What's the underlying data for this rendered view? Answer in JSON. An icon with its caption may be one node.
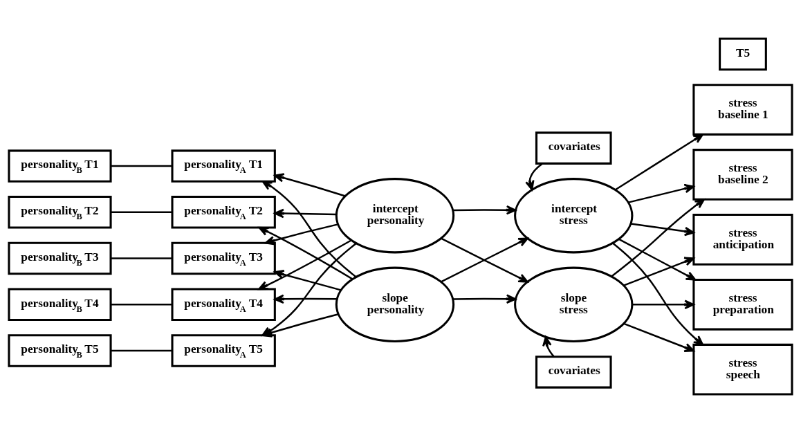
{
  "diagram": {
    "nodes": [
      {
        "text": [
          "personality$_{B}$ T1"
        ]
      },
      {
        "text": [
          "personality$_{B}$ T2"
        ]
      },
      {
        "text": [
          "personality$_{B}$ T3"
        ]
      },
      {
        "text": [
          "personality$_{B}$ T4"
        ]
      },
      {
        "text": [
          "personality$_{B}$ T5"
        ]
      },
      {
        "text": [
          "personality$_{A}$ T1"
        ]
      },
      {
        "text": [
          "personality$_{A}$ T2"
        ]
      },
      {
        "text": [
          "personality$_{A}$ T3"
        ]
      },
      {
        "text": [
          "personality$_{A}$ T4"
        ]
      },
      {
        "text": [
          "personality$_{A}$ T5"
        ]
      },
      {
        "text": [
          "intercept personality"
        ]
      },
      {
        "text": [
          "slope personality"
        ]
      },
      {
        "text": [
          "covariates"
        ]
      },
      {
        "text": [
          "intercept stress"
        ]
      },
      {
        "text": [
          "slope stress"
        ]
      },
      {
        "text": [
          "covariates"
        ]
      },
      {
        "text": [
          "T5"
        ]
      },
      {
        "text": [
          "stress baseline 1"
        ]
      },
      {
        "text": [
          "stress baseline 2"
        ]
      },
      {
        "text": [
          "stress anticipation"
        ]
      },
      {
        "text": [
          "stress preparation"
        ]
      },
      {
        "text": [
          "stress speech"
        ]
      }
    ],
    "edges": [
      {
        "from": 0,
        "to": 5,
        "arrow": "none"
      },
      {
        "from": 1,
        "to": 6,
        "arrow": "none"
      },
      {
        "from": 2,
        "to": 7,
        "arrow": "none"
      },
      {
        "from": 3,
        "to": 8,
        "arrow": "none"
      },
      {
        "from": 4,
        "to": 9,
        "arrow": "none"
      },
      {
        "from": 10,
        "to": 5,
        "arrow": "to"
      },
      {
        "from": 10,
        "to": 6,
        "arrow": "to"
      },
      {
        "from": 10,
        "to": 7,
        "arrow": "to"
      },
      {
        "from": 10,
        "to": 8,
        "arrow": "to"
      },
      {
        "from": 10,
        "to": 9,
        "arrow": "to"
      },
      {
        "from": 11,
        "to": 5,
        "arrow": "to"
      },
      {
        "from": 11,
        "to": 6,
        "arrow": "to"
      },
      {
        "from": 11,
        "to": 7,
        "arrow": "to"
      },
      {
        "from": 11,
        "to": 8,
        "arrow": "to"
      },
      {
        "from": 11,
        "to": 9,
        "arrow": "to"
      },
      {
        "from": 10,
        "to": 13,
        "arrow": "to"
      },
      {
        "from": 10,
        "to": 14,
        "arrow": "to"
      },
      {
        "from": 11,
        "to": 13,
        "arrow": "to"
      },
      {
        "from": 11,
        "to": 14,
        "arrow": "to"
      },
      {
        "from": 12,
        "to": 13,
        "arrow": "to"
      },
      {
        "from": 15,
        "to": 14,
        "arrow": "to"
      },
      {
        "from": 13,
        "to": 17,
        "arrow": "to"
      },
      {
        "from": 13,
        "to": 18,
        "arrow": "to"
      },
      {
        "from": 13,
        "to": 19,
        "arrow": "to"
      },
      {
        "from": 13,
        "to": 20,
        "arrow": "to"
      },
      {
        "from": 13,
        "to": 21,
        "arrow": "to"
      },
      {
        "from": 14,
        "to": 18,
        "arrow": "to"
      },
      {
        "from": 14,
        "to": 19,
        "arrow": "to"
      },
      {
        "from": 14,
        "to": 20,
        "arrow": "to"
      },
      {
        "from": 14,
        "to": 21,
        "arrow": "to"
      }
    ]
  }
}
